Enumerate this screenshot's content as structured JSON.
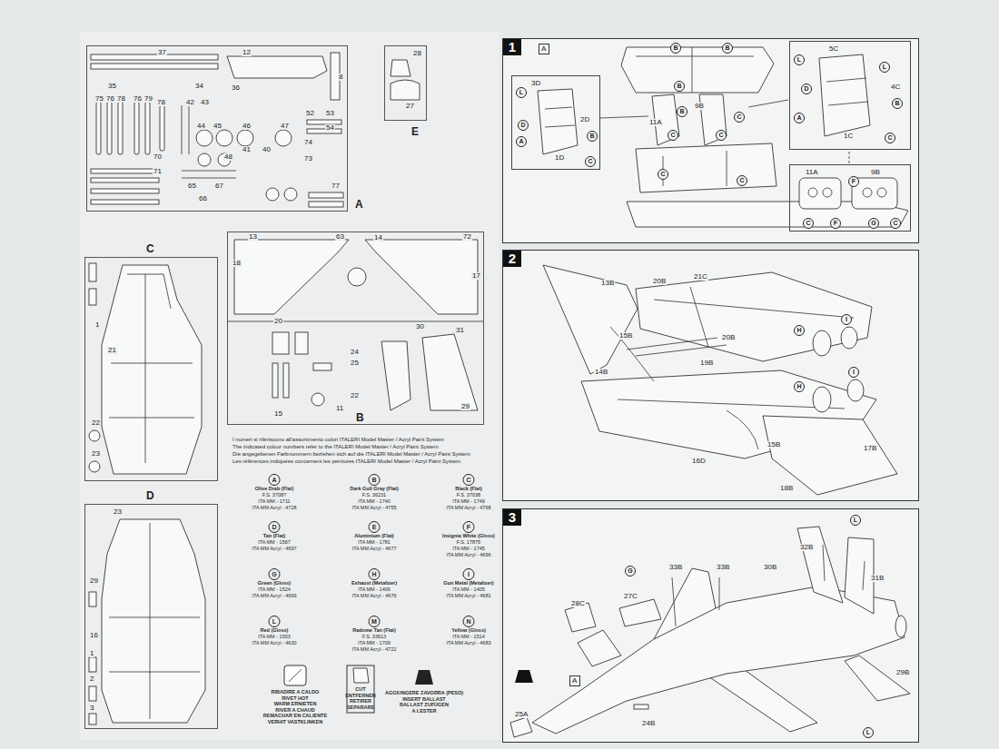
{
  "diagram": {
    "nodes": [
      {
        "text": [
          "A",
          "37",
          "12",
          "36",
          "35",
          "34",
          "8",
          "75",
          "76",
          "78",
          "76",
          "79",
          "78",
          "42",
          "43",
          "44",
          "45",
          "46",
          "47",
          "48",
          "52",
          "53",
          "54",
          "73",
          "74",
          "70",
          "71",
          "65",
          "66",
          "67",
          "41",
          "40",
          "77"
        ]
      },
      {
        "text": [
          "E",
          "28",
          "27"
        ]
      },
      {
        "text": [
          "C",
          "1",
          "21",
          "22",
          "23"
        ]
      },
      {
        "text": [
          "B",
          "13",
          "63",
          "14",
          "72",
          "18",
          "17",
          "20",
          "30",
          "31",
          "29",
          "24",
          "25",
          "22",
          "15",
          "11"
        ]
      },
      {
        "text": [
          "D",
          "23",
          "29",
          "16",
          "1",
          "2",
          "3"
        ]
      },
      {
        "text": [
          "1",
          "B",
          "B",
          "B",
          "B",
          "11A",
          "C",
          "9B",
          "C",
          "C",
          "C",
          "C"
        ]
      },
      {
        "text": [
          "A"
        ],
        "in": 5
      },
      {
        "text": [
          "3D",
          "L",
          "D",
          "A",
          "2D",
          "B",
          "1D",
          "C"
        ],
        "in": 5
      },
      {
        "text": [
          "5C",
          "L",
          "D",
          "A",
          "L",
          "4C",
          "B",
          "1C",
          "C"
        ],
        "in": 5
      },
      {
        "text": [
          "11A",
          "9B",
          "F",
          "C",
          "F",
          "G",
          "C"
        ],
        "in": 5
      },
      {
        "text": [
          "2",
          "13B",
          "20B",
          "21C",
          "20B",
          "15B",
          "14B",
          "19B",
          "16D",
          "H",
          "I",
          "H",
          "I",
          "15B",
          "17B",
          "18B"
        ]
      },
      {
        "text": [
          "3",
          "G",
          "L",
          "33B",
          "33B",
          "30B",
          "32B",
          "31B",
          "28C",
          "27C",
          "29B",
          "24B",
          "25A",
          "L"
        ]
      },
      {
        "text": [
          "A"
        ],
        "in": 11
      }
    ],
    "labels": [
      "I numeri si riferiscono all'assortimento colori ITALERI Model Master / Acryl Paint System",
      "The indicated colour numbers refer to the ITALERI Model Master / Acryl Paint System",
      "Die angegebenen Farbnummern beziehen sich auf die ITALERI Model Master / Acryl Paint System",
      "Les références indiquées concernent les peintures ITALERI Model Master / Acryl Paint System",
      "A",
      "Olive Drab (Flat)",
      "F.S. 37087",
      "ITA MM - 1711",
      "ITA MM Acryl - 4728",
      "B",
      "Dark Gull Gray (Flat)",
      "F.S. 36231",
      "ITA MM - 1740",
      "ITA MM Acryl - 4755",
      "C",
      "Black (Flat)",
      "F.S. 37038",
      "ITA MM - 1749",
      "ITA MM Acryl - 4768",
      "D",
      "Tan (Flat)",
      "ITA MM - 1567",
      "ITA MM Acryl - 4697",
      "E",
      "Aluminium (Flat)",
      "ITA MM - 1781",
      "ITA MM Acryl - 4677",
      "F",
      "Insignia White (Gloss)",
      "F.S. 17875",
      "ITA MM - 1745",
      "ITA MM Acryl - 4696",
      "G",
      "Green (Gloss)",
      "ITA MM - 1524",
      "ITA MM Acryl - 4669",
      "H",
      "Exhaust (Metalizer)",
      "ITA MM - 1406",
      "ITA MM Acryl - 4676",
      "I",
      "Gun Metal (Metalizer)",
      "ITA MM - 1405",
      "ITA MM Acryl - 4681",
      "L",
      "Red (Gloss)",
      "ITA MM - 1503",
      "ITA MM Acryl - 4630",
      "M",
      "Radome Tan (Flat)",
      "F.S. 33613",
      "ITA MM - 1709",
      "ITA MM Acryl - 4722",
      "N",
      "Yellow (Gloss)",
      "ITA MM - 1514",
      "ITA MM Acryl - 4683",
      "RIBADIRE A CALDO",
      "RIVET HOT",
      "WARM ERNIETEN",
      "RIVER A CHAUD",
      "REMACHAR EN CALIENTE",
      "VERHIT VASTKLINKEN",
      "CUT",
      "ENTFERNEN",
      "RETIRER",
      "SEPARARE",
      "AGGIUNGERE ZAVORRA (PESO)",
      "INSERT BALLAST",
      "BALLAST ZUFÜGEN",
      "A LESTER"
    ]
  }
}
